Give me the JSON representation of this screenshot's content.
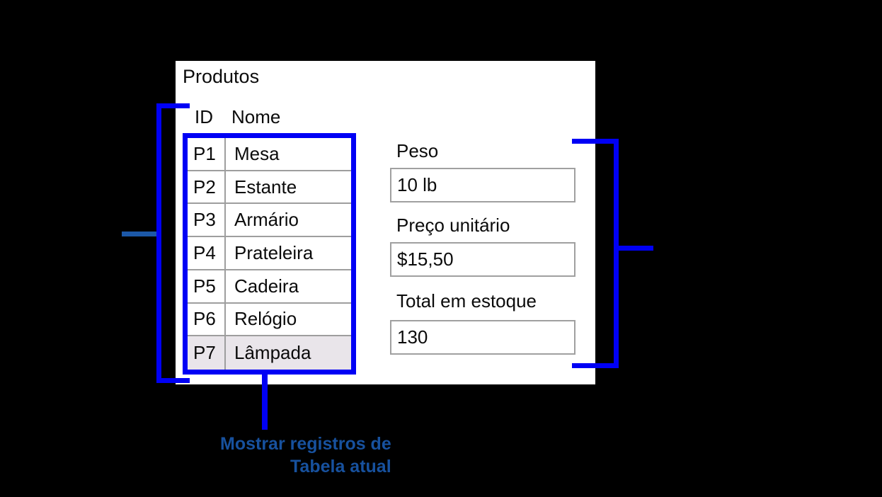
{
  "colors": {
    "bg": "#000000",
    "card_bg": "#FFFFFF",
    "text": "#0B0B0B",
    "accent_blue": "#0000F5",
    "tick_blue": "#1C58A8",
    "annotation_blue": "#17519E",
    "row_highlight": "#E9E5EA",
    "line_gray": "#9E9E9E",
    "input_border": "#A0A0A0"
  },
  "window": {
    "title": "Produtos"
  },
  "table": {
    "columns": {
      "id": "ID",
      "nome": "Nome"
    },
    "rows": [
      {
        "id": "P1",
        "nome": "Mesa",
        "highlighted": false
      },
      {
        "id": "P2",
        "nome": "Estante",
        "highlighted": false
      },
      {
        "id": "P3",
        "nome": "Armário",
        "highlighted": false
      },
      {
        "id": "P4",
        "nome": "Prateleira",
        "highlighted": false
      },
      {
        "id": "P5",
        "nome": "Cadeira",
        "highlighted": false
      },
      {
        "id": "P6",
        "nome": "Relógio",
        "highlighted": false
      },
      {
        "id": "P7",
        "nome": "Lâmpada",
        "highlighted": true
      }
    ]
  },
  "fields": [
    {
      "label": "Peso",
      "value": "10 lb"
    },
    {
      "label": "Preço unitário",
      "value": "$15,50"
    },
    {
      "label": "Total em estoque",
      "value": "130"
    }
  ],
  "annotation": {
    "line1": "Mostrar registros de",
    "line2": "Tabela atual"
  }
}
